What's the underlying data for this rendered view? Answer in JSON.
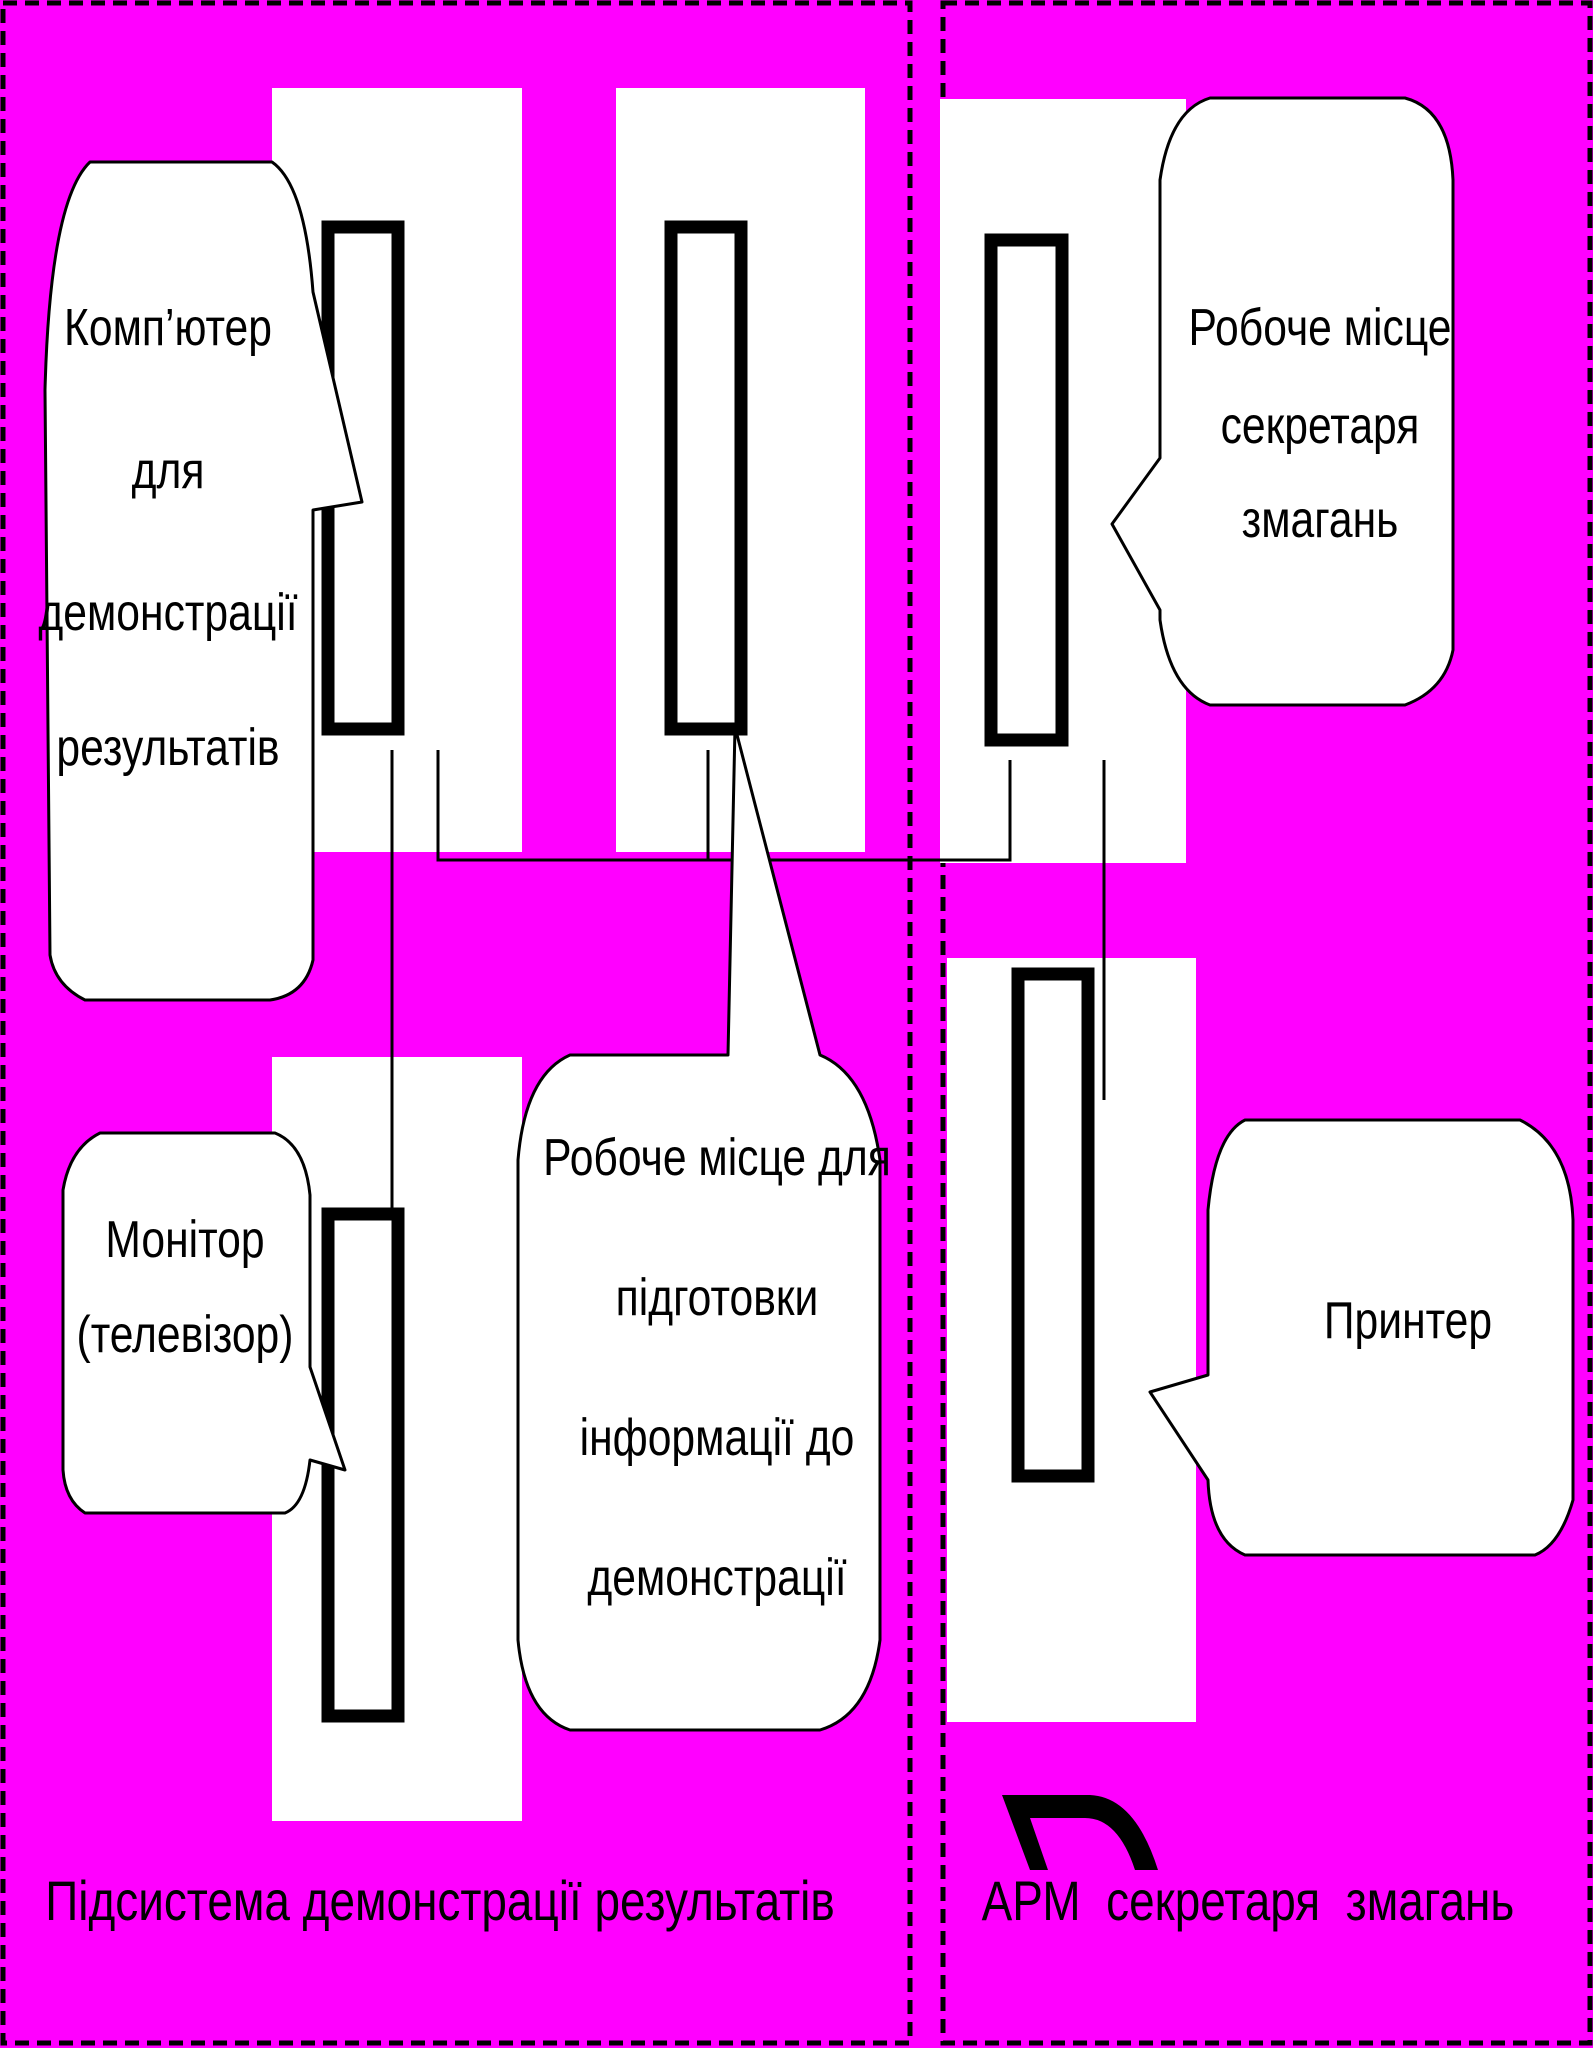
{
  "colors": {
    "background": "#ff00ff",
    "panel": "#ffffff",
    "stroke": "#000000"
  },
  "callouts": {
    "computer": [
      "Комп’ютер",
      "для",
      "демонстрації",
      "результатів"
    ],
    "monitor": [
      "Монітор",
      "(телевізор)"
    ],
    "prep_workstation": [
      "Робоче місце для",
      "підготовки",
      "інформації до",
      "демонстрації"
    ],
    "secretary_workstation": [
      "Робоче місце",
      "секретаря",
      "змагань"
    ],
    "printer": [
      "Принтер"
    ]
  },
  "subsystems": {
    "demo": {
      "label": "Підсистема демонстрації результатів"
    },
    "secretary": {
      "label": "АРМ  секретаря  змагань"
    }
  }
}
